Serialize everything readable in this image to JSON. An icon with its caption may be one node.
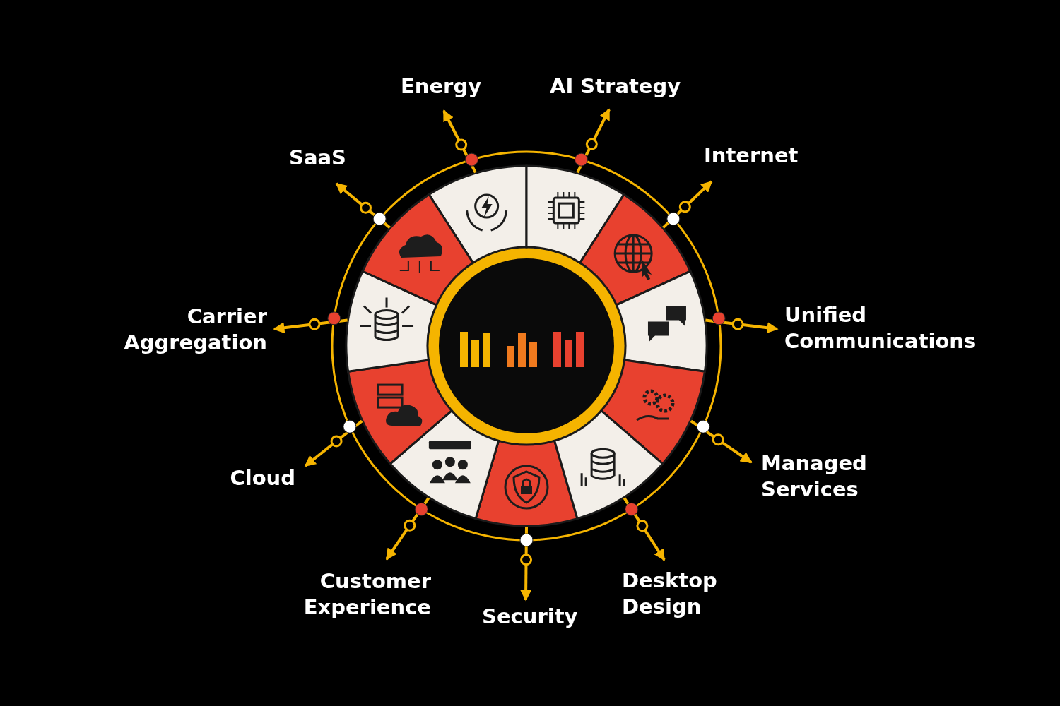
{
  "diagram": {
    "nodes": [
      {
        "text": [],
        "shape": "circle"
      },
      {
        "text": [],
        "shape": "picture"
      },
      {
        "text": [],
        "shape": "picture"
      },
      {
        "text": [],
        "shape": "picture"
      },
      {
        "text": [],
        "shape": "picture"
      },
      {
        "text": [],
        "shape": "picture"
      },
      {
        "text": [],
        "shape": "picture"
      },
      {
        "text": [],
        "shape": "picture"
      },
      {
        "text": [],
        "shape": "picture"
      },
      {
        "text": [],
        "shape": "picture"
      },
      {
        "text": [],
        "shape": "picture"
      },
      {
        "text": [],
        "shape": "picture"
      },
      {
        "text": [
          "Energy"
        ]
      },
      {
        "text": [
          "AI Strategy"
        ]
      },
      {
        "text": [
          "Internet"
        ]
      },
      {
        "text": [
          "Unified Communications"
        ]
      },
      {
        "text": [
          "Managed Services"
        ]
      },
      {
        "text": [
          "Desktop Design"
        ]
      },
      {
        "text": [
          "Security"
        ]
      },
      {
        "text": [
          "Customer Experience"
        ]
      },
      {
        "text": [
          "Cloud"
        ]
      },
      {
        "text": [
          "Carrier Aggregation"
        ]
      },
      {
        "text": [
          "SaaS"
        ]
      }
    ],
    "edges": [
      {
        "from": 1,
        "to": 12,
        "arrow": "to"
      },
      {
        "from": 2,
        "to": 13,
        "arrow": "to"
      },
      {
        "from": 3,
        "to": 14,
        "arrow": "to"
      },
      {
        "from": 4,
        "to": 15,
        "arrow": "to"
      },
      {
        "from": 5,
        "to": 16,
        "arrow": "to"
      },
      {
        "from": 6,
        "to": 17,
        "arrow": "to"
      },
      {
        "from": 7,
        "to": 18,
        "arrow": "to"
      },
      {
        "from": 8,
        "to": 19,
        "arrow": "to"
      },
      {
        "from": 9,
        "to": 20,
        "arrow": "to"
      },
      {
        "from": 10,
        "to": 21,
        "arrow": "to"
      },
      {
        "from": 11,
        "to": 22,
        "arrow": "to"
      }
    ]
  }
}
